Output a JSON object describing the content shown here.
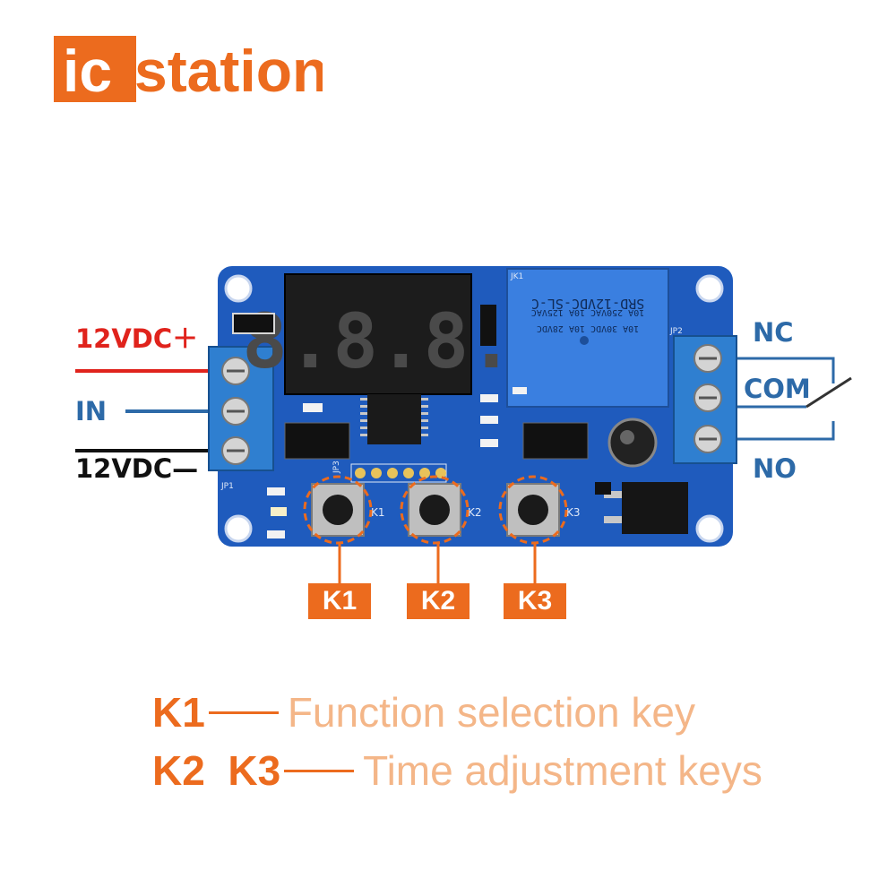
{
  "brand": {
    "logo_text_left": "ic",
    "logo_text_right": "station",
    "color": "#ec6b1e"
  },
  "board": {
    "relay_top_label": "JK1",
    "relay_model": "SRD-12VDC-SL-C",
    "relay_rating_1": "10A 250VAC 10A 125VAC",
    "relay_rating_2": "10A 30VDC 10A 28VDC",
    "display_digits": "8.8.8.",
    "left_terminal_label": "JP1",
    "right_terminal_label": "JP2",
    "header_label": "JP3",
    "key_silk": [
      "K1",
      "K2",
      "K3"
    ]
  },
  "wires": {
    "left": [
      {
        "label": "12VDC＋",
        "color": "#e0231c"
      },
      {
        "label": "IN",
        "color": "#2d6aa8"
      },
      {
        "label": "12VDC—",
        "color": "#111111"
      }
    ],
    "right": [
      {
        "label": "NC"
      },
      {
        "label": "COM"
      },
      {
        "label": "NO"
      }
    ]
  },
  "key_callouts": [
    "K1",
    "K2",
    "K3"
  ],
  "legend": [
    {
      "keys": "K1",
      "description": "Function selection key"
    },
    {
      "keys": "K2  K3",
      "description": "Time adjustment keys"
    }
  ],
  "colors": {
    "accent": "#ec6b1e",
    "pcb": "#1f5bbd",
    "terminal": "#2f7fd0",
    "relay": "#3a7fe0",
    "wire_label_blue": "#2d6aa8"
  }
}
